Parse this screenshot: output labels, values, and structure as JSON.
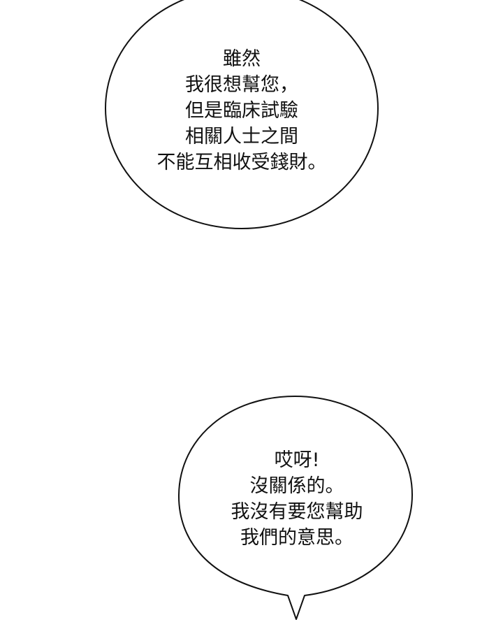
{
  "bubbles": [
    {
      "lines": [
        "雖然",
        "我很想幫您，",
        "但是臨床試驗",
        "相關人士之間",
        "不能互相收受錢財。"
      ]
    },
    {
      "lines": [
        "哎呀!",
        "沒關係的。",
        "我沒有要您幫助",
        "我們的意思。"
      ]
    }
  ],
  "colors": {
    "background": "#ffffff",
    "outline": "#111111",
    "text": "#111111"
  }
}
